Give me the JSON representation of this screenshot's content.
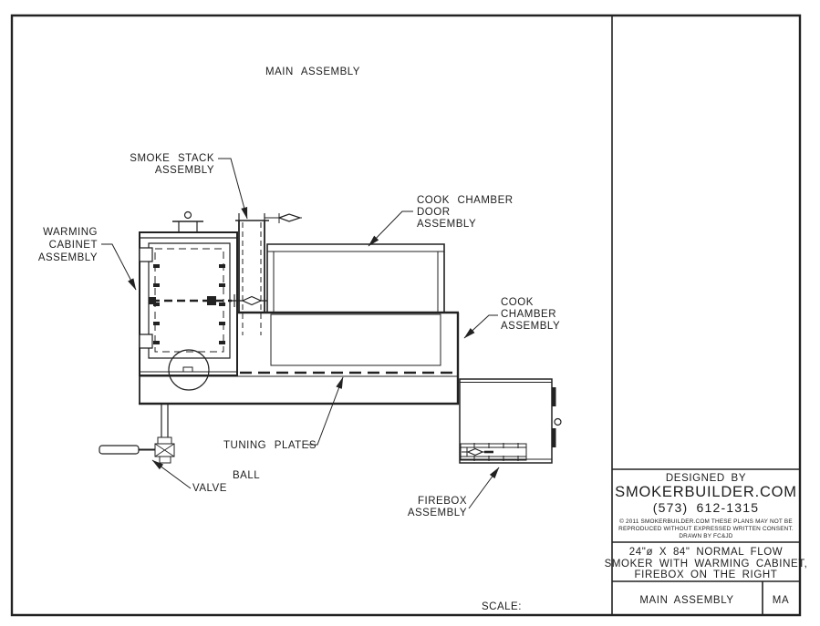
{
  "sheet": {
    "view_title": "MAIN ASSEMBLY",
    "scale_label": "SCALE:"
  },
  "callouts": {
    "smoke_stack": {
      "line1": "SMOKE STACK",
      "line2": "ASSEMBLY"
    },
    "warming_cabinet": {
      "line1": "WARMING",
      "line2": "CABINET",
      "line3": "ASSEMBLY"
    },
    "cook_chamber_door": {
      "line1": "COOK CHAMBER",
      "line2": "DOOR",
      "line3": "ASSEMBLY"
    },
    "cook_chamber": {
      "line1": "COOK",
      "line2": "CHAMBER",
      "line3": "ASSEMBLY"
    },
    "tuning_plates": {
      "line1": "TUNING PLATES"
    },
    "ball_valve": {
      "line1": "BALL",
      "line2": "VALVE"
    },
    "firebox": {
      "line1": "FIREBOX",
      "line2": "ASSEMBLY"
    }
  },
  "title_block": {
    "designed_by": "DESIGNED BY",
    "company": "SMOKERBUILDER.COM",
    "phone": "(573) 612-1315",
    "copyright_line1": "© 2011 SMOKERBUILDER.COM THESE PLANS MAY NOT BE",
    "copyright_line2": "REPRODUCED WITHOUT EXPRESSED WRITTEN CONSENT.",
    "copyright_line3": "DRAWN BY FC&JD",
    "drawing_title_line1": "24\"ø X 84\" NORMAL FLOW",
    "drawing_title_line2": "SMOKER WITH WARMING CABINET,",
    "drawing_title_line3": "FIREBOX ON THE RIGHT",
    "sheet_name": "MAIN ASSEMBLY",
    "sheet_code": "MA"
  },
  "colors": {
    "line": "#222222",
    "background": "#ffffff"
  }
}
